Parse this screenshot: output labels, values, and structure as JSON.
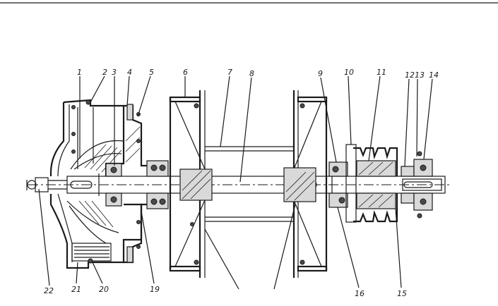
{
  "labels": {
    "n1": "1",
    "n2": "2",
    "n3": "3",
    "n4": "4",
    "n5": "5",
    "n6": "6",
    "n7": "7",
    "n8": "8",
    "n9": "9",
    "n10": "10",
    "n11": "11",
    "n12": "12",
    "n13": "13",
    "n14": "14",
    "n15": "15",
    "n16": "16",
    "n19": "19",
    "n20": "20",
    "n21": "21",
    "n22": "22"
  }
}
